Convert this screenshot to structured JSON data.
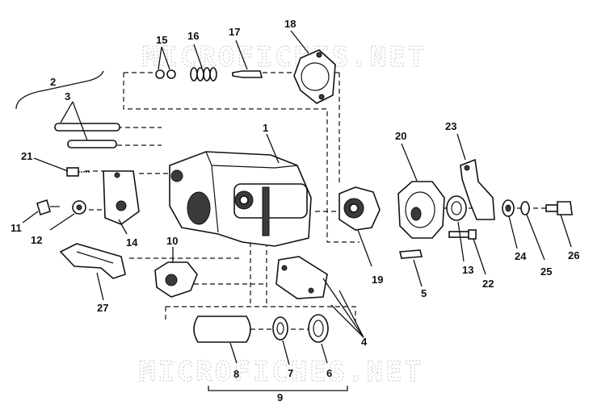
{
  "watermark_top": "MICROFICHES.NET",
  "watermark_bottom": "MICROFICHES.NET",
  "labels": [
    "1",
    "2",
    "3",
    "4",
    "5",
    "6",
    "7",
    "8",
    "9",
    "10",
    "11",
    "12",
    "13",
    "14",
    "15",
    "16",
    "17",
    "18",
    "19",
    "20",
    "21",
    "22",
    "23",
    "24",
    "25",
    "26",
    "27"
  ]
}
